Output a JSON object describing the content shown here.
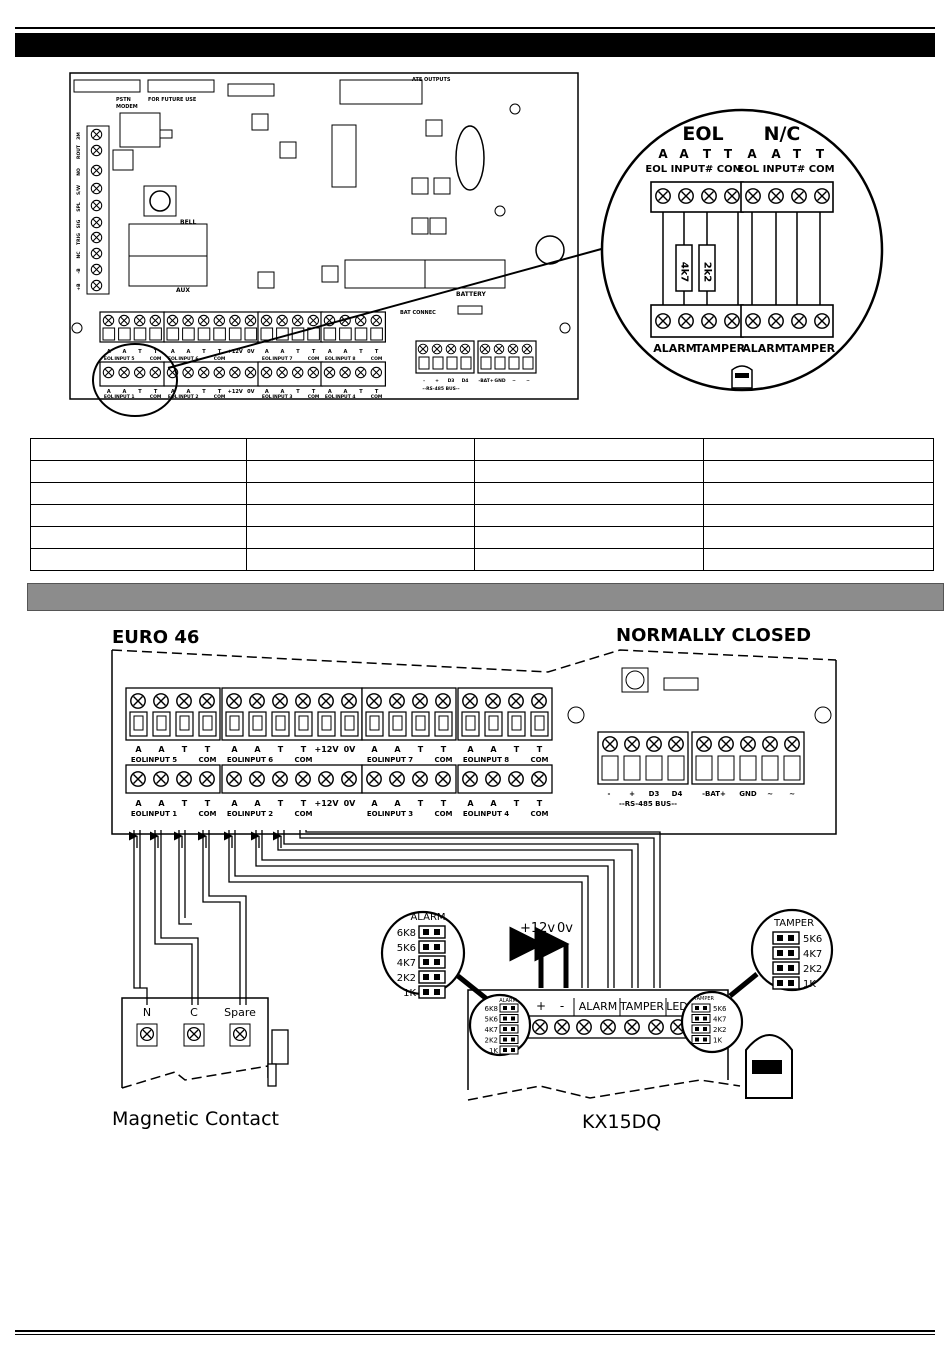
{
  "top_diagram": {
    "connectors": {
      "pstn": "PSTN",
      "modem": "MODEM",
      "future": "FOR FUTURE USE",
      "outputs": "ATE OUTPUTS"
    },
    "labels": {
      "bell": "BELL",
      "aux": "AUX",
      "battery": "BATTERY",
      "bat_connec": "BAT CONNEC"
    },
    "side_terminals": [
      "3M",
      "ROUT",
      "NO",
      "S/W",
      "SPL",
      "SIG",
      "TRIG",
      "NC",
      "-B",
      "+B"
    ],
    "top_row_letters": [
      "A",
      "A",
      "T",
      "T",
      "A",
      "A",
      "T",
      "T",
      "+12V",
      "0V",
      "A",
      "A",
      "T",
      "T",
      "A",
      "A",
      "T",
      "T"
    ],
    "top_row_names": [
      "EOL",
      "INPUT 5",
      "COM",
      "EOL",
      "INPUT 6",
      "COM",
      "EOL",
      "INPUT 7",
      "COM",
      "EOL",
      "INPUT 8",
      "COM"
    ],
    "bottom_row_names": [
      "EOL",
      "INPUT 1",
      "COM",
      "EOL",
      "INPUT 2",
      "COM",
      "EOL",
      "INPUT 3",
      "COM",
      "EOL",
      "INPUT 4",
      "COM"
    ],
    "bus_labels": [
      "-",
      "+",
      "D3",
      "D4",
      "-BAT+",
      "GND",
      "~",
      "~"
    ],
    "bus_title": "--RS-485 BUS--"
  },
  "zoom": {
    "eol_title": "EOL",
    "nc_title": "N/C",
    "top_letters": [
      "A",
      "A",
      "T",
      "T",
      "A",
      "A",
      "T",
      "T"
    ],
    "eol_row": "EOL INPUT# COM",
    "resistor_1": "4k7",
    "resistor_2": "2k2",
    "bottom_labels": [
      "ALARM",
      "TAMPER",
      "ALARM",
      "TAMPER"
    ]
  },
  "spec_table": {
    "rows": [
      [
        "",
        "",
        "",
        ""
      ],
      [
        "",
        "",
        "",
        ""
      ],
      [
        "",
        "",
        "",
        ""
      ],
      [
        "",
        "",
        "",
        ""
      ],
      [
        "",
        "",
        "",
        ""
      ],
      [
        "",
        "",
        "",
        ""
      ]
    ]
  },
  "bottom_diagram": {
    "panel_title": "EURO 46",
    "mode_title": "NORMALLY CLOSED",
    "row_letters": [
      "A",
      "A",
      "T",
      "T",
      "A",
      "A",
      "T",
      "T",
      "+12V",
      "0V",
      "A",
      "A",
      "T",
      "T",
      "A",
      "A",
      "T",
      "T"
    ],
    "upper_names": [
      "EOL",
      "INPUT 5",
      "COM",
      "EOL",
      "INPUT 6",
      "COM",
      "EOL",
      "INPUT 7",
      "COM",
      "EOL",
      "INPUT 8",
      "COM"
    ],
    "lower_names": [
      "EOL",
      "INPUT 1",
      "COM",
      "EOL",
      "INPUT 2",
      "COM",
      "EOL",
      "INPUT 3",
      "COM",
      "EOL",
      "INPUT 4",
      "COM"
    ],
    "bus_labels": [
      "-",
      "+",
      "D3",
      "D4",
      "-BAT+",
      "GND",
      "~",
      "~"
    ],
    "bus_title": "--RS-485 BUS--",
    "contact_terms": [
      "N",
      "C",
      "Spare"
    ],
    "contact_title": "Magnetic Contact",
    "pir_title": "KX15DQ",
    "pir_power": [
      "+12v",
      "0v"
    ],
    "pir_terms": [
      "+",
      "-",
      "ALARM",
      "TAMPER",
      "LED"
    ],
    "alarm_jumper_title": "ALARM",
    "alarm_values": [
      "6K8",
      "5K6",
      "4K7",
      "2K2",
      "1K"
    ],
    "tamper_jumper_title": "TAMPER",
    "tamper_values": [
      "5K6",
      "4K7",
      "2K2",
      "1K"
    ]
  }
}
